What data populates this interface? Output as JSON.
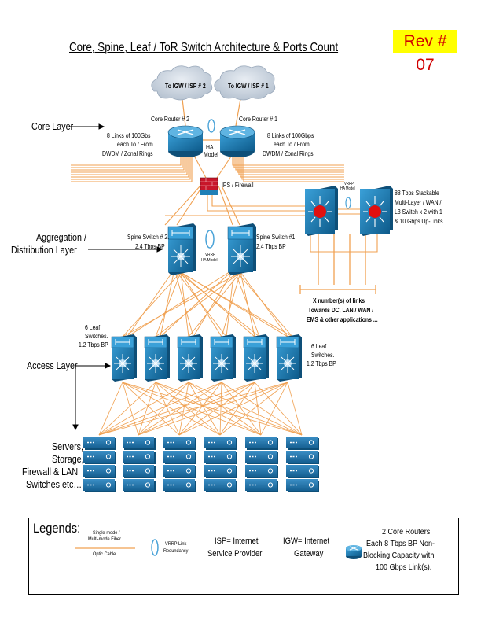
{
  "title": "Core, Spine, Leaf / ToR Switch Architecture & Ports Count",
  "revision": "Rev # 07",
  "clouds": [
    "To IGW / ISP # 2",
    "To IGW / ISP # 1"
  ],
  "core": {
    "router2": "Core Router # 2",
    "router1": "Core Router # 1",
    "ha_model": [
      "HA",
      "Model"
    ],
    "links_left": [
      "8 Links of 100Gbs",
      "each To / From",
      "DWDM / Zonal Rings"
    ],
    "links_right": [
      "8 Links of 100Gbps",
      "each To / From",
      "DWDM / Zonal Rings"
    ],
    "ips": "IPS / Firewall"
  },
  "layers": {
    "core": "Core Layer",
    "aggregation": [
      "Aggregation /",
      "Distribution Layer"
    ],
    "access": "Access Layer"
  },
  "spine": {
    "switch2": [
      "Spine Switch # 2.",
      "2.4 Tbps BP"
    ],
    "switch1": [
      "Spine Switch #1.",
      "2.4 Tbps BP"
    ],
    "vrrp": [
      "VRRP",
      "HA Model"
    ]
  },
  "stackable": {
    "vrrp": [
      "VRRP",
      "HA Model"
    ],
    "desc": [
      "88 Tbps Stackable",
      "Multi-Layer / WAN /",
      "L3 Switch x 2 with 1",
      "& 10 Gbps Up-Links"
    ]
  },
  "x_links": [
    "X number(s) of links",
    "Towards DC, LAN / WAN /",
    "EMS & other applications ..."
  ],
  "leaf": {
    "left": [
      "6 Leaf",
      "Switches.",
      "1.2 Tbps BP"
    ],
    "right": [
      "6 Leaf",
      "Switches.",
      "1.2 Tbps BP"
    ]
  },
  "servers": [
    "Servers,",
    "Storage,",
    "Firewall & LAN",
    "Switches etc…"
  ],
  "legend": {
    "heading": "Legends:",
    "fiber": [
      "Single-mode /",
      "Multi-mode Fiber",
      "Optic Cable"
    ],
    "vrrp": [
      "VRRP Link",
      "Redundancy"
    ],
    "isp": [
      "ISP= Internet",
      "Service Provider"
    ],
    "igw": [
      "IGW= Internet",
      "Gateway"
    ],
    "core": [
      "2 Core Routers",
      "Each 8 Tbps BP Non-",
      "Blocking Capacity with",
      "100 Gbps Link(s)."
    ]
  },
  "colors": {
    "link": "#f0a050",
    "device": "#1f7fb6",
    "device_dark": "#0e4f78",
    "red_dot": "#e01010",
    "rev_bg": "#ffff00",
    "rev_text": "#d10000"
  }
}
